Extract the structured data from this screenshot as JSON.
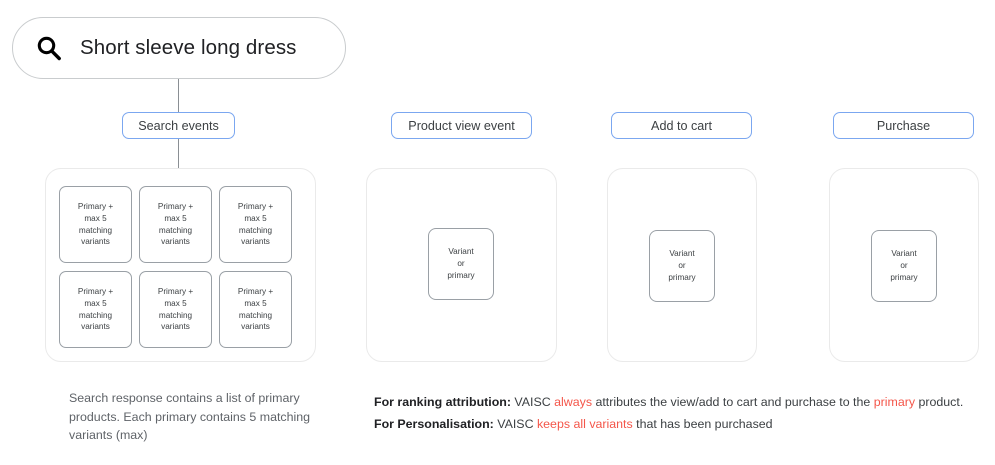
{
  "search": {
    "icon": "search-icon",
    "query": "Short sleeve long dress"
  },
  "chips": [
    {
      "label": "Search events"
    },
    {
      "label": "Product view event"
    },
    {
      "label": "Add to cart"
    },
    {
      "label": "Purchase"
    }
  ],
  "primary_card_text": "Primary +\nmax 5\nmatching\nvariants",
  "primary_cards": [
    {
      "text": "Primary +\nmax 5\nmatching\nvariants"
    },
    {
      "text": "Primary +\nmax 5\nmatching\nvariants"
    },
    {
      "text": "Primary +\nmax 5\nmatching\nvariants"
    },
    {
      "text": "Primary +\nmax 5\nmatching\nvariants"
    },
    {
      "text": "Primary +\nmax 5\nmatching\nvariants"
    },
    {
      "text": "Primary +\nmax 5\nmatching\nvariants"
    }
  ],
  "variant_cards": [
    {
      "text": "Variant\nor\nprimary"
    },
    {
      "text": "Variant\nor\nprimary"
    },
    {
      "text": "Variant\nor\nprimary"
    }
  ],
  "left_caption": "Search response contains a list of primary products. Each primary contains 5 matching variants (max)",
  "right_captions": {
    "ranking": {
      "label": "For ranking attribution:",
      "part1": " VAISC ",
      "highlight1": "always",
      "part2": " attributes the view/add to cart and purchase to the ",
      "highlight2": "primary",
      "part3": " product."
    },
    "personalisation": {
      "label": "For Personalisation:",
      "part1": " VAISC ",
      "highlight1": "keeps all variants",
      "part2": " that has been purchased"
    }
  },
  "colors": {
    "chip_border": "#7ba7f0",
    "highlight_red": "#f4564a",
    "panel_border": "#eaeaea",
    "card_border": "#9aa0a6",
    "text": "#3c4043"
  }
}
